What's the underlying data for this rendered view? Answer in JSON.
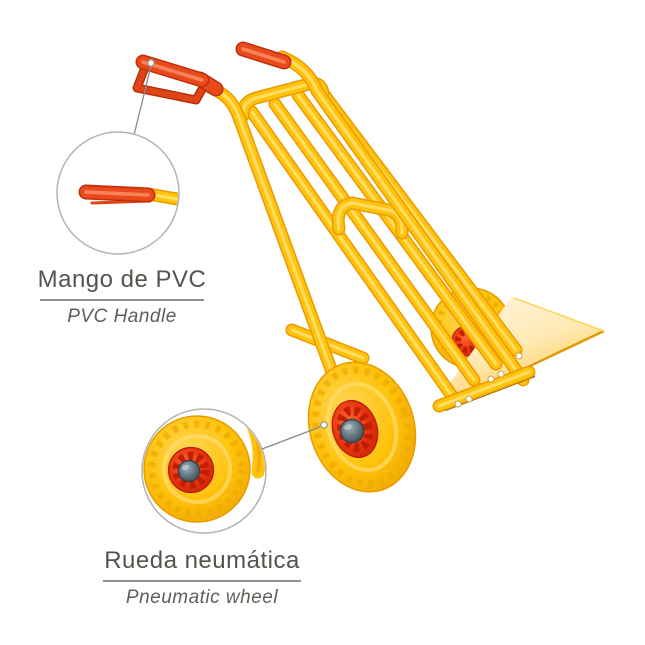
{
  "page": {
    "background": "#ffffff",
    "type": "product-photo-with-callouts",
    "product_name": "yellow-hand-truck"
  },
  "annotations": {
    "handle": {
      "title": "Mango de PVC",
      "subtitle": "PVC Handle"
    },
    "wheel": {
      "title": "Rueda neumática",
      "subtitle": "Pneumatic wheel"
    },
    "text_color": "#56524D",
    "subtitle_color": "#615D58",
    "divider_color": "#8F8F8D",
    "leader_line_color": "#8A8A88",
    "callout_ring_color": "#B3B3B1"
  },
  "product_colors": {
    "tube_yellow": "#FFC30B",
    "tube_yellow_shadow": "#ED9A00",
    "tube_yellow_highlight": "#FFE06E",
    "handle_red": "#E9491B",
    "hub_red": "#E8240C",
    "hub_red_dark": "#C21500",
    "axle_gray": "#5E7078",
    "toe_plate_light": "#FFF4DC"
  }
}
